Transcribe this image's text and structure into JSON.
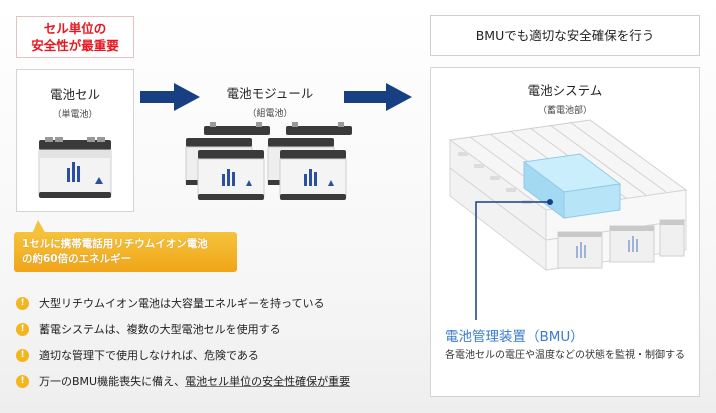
{
  "heading": {
    "line1": "セル単位の",
    "line2": "安全性が最重要"
  },
  "cell": {
    "title": "電池セル",
    "subtitle": "（単電池）"
  },
  "module": {
    "title": "電池モジュール",
    "subtitle": "（組電池）"
  },
  "system": {
    "title": "電池システム",
    "subtitle": "（蓄電池部）"
  },
  "bmu_heading": "BMUでも適切な安全確保を行う",
  "callout": {
    "line1": "1セルに携帯電話用リチウムイオン電池",
    "line2": "の約60倍のエネルギー"
  },
  "bullets": [
    {
      "text": "大型リチウムイオン電池は大容量エネルギーを持っている"
    },
    {
      "text": "蓄電システムは、複数の大型電池セルを使用する"
    },
    {
      "text": "適切な管理下で使用しなければ、危険である"
    },
    {
      "pre": "万一のBMU機能喪失に備え、",
      "emph": "電池セル単位の安全性確保が重要"
    }
  ],
  "bullet_icon": "!",
  "bmu": {
    "label": "電池管理装置（BMU）",
    "description": "各電池セルの電圧や温度などの状態を監視・制御する"
  },
  "colors": {
    "red": "#e8171f",
    "arrow": "#173f82",
    "callout": "#f0a519",
    "bmu_blue": "#3a7cc9",
    "bmu_box": "#a9dcf3"
  }
}
